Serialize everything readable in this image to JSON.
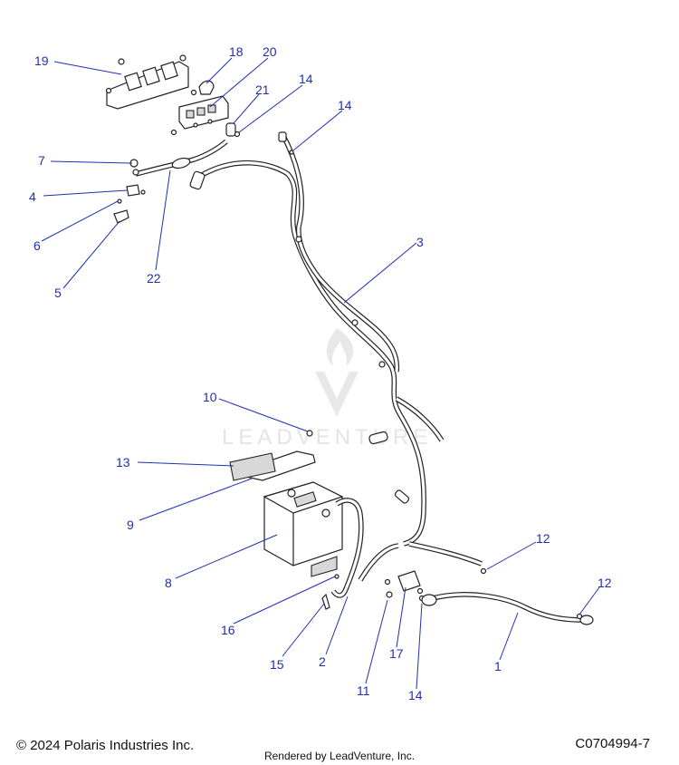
{
  "callouts": [
    {
      "id": "1",
      "label": "1"
    },
    {
      "id": "2",
      "label": "2"
    },
    {
      "id": "3",
      "label": "3"
    },
    {
      "id": "4",
      "label": "4"
    },
    {
      "id": "5",
      "label": "5"
    },
    {
      "id": "6",
      "label": "6"
    },
    {
      "id": "7",
      "label": "7"
    },
    {
      "id": "8",
      "label": "8"
    },
    {
      "id": "9",
      "label": "9"
    },
    {
      "id": "10",
      "label": "10"
    },
    {
      "id": "11",
      "label": "11"
    },
    {
      "id": "12a",
      "label": "12"
    },
    {
      "id": "12b",
      "label": "12"
    },
    {
      "id": "13",
      "label": "13"
    },
    {
      "id": "14a",
      "label": "14"
    },
    {
      "id": "14b",
      "label": "14"
    },
    {
      "id": "14c",
      "label": "14"
    },
    {
      "id": "15",
      "label": "15"
    },
    {
      "id": "16",
      "label": "16"
    },
    {
      "id": "17",
      "label": "17"
    },
    {
      "id": "18",
      "label": "18"
    },
    {
      "id": "19",
      "label": "19"
    },
    {
      "id": "20",
      "label": "20"
    },
    {
      "id": "21",
      "label": "21"
    },
    {
      "id": "22",
      "label": "22"
    }
  ],
  "watermark": {
    "text": "LEADVENTURE"
  },
  "footer": {
    "copyright": "© 2024 Polaris Industries Inc.",
    "rendered_by": "Rendered by LeadVenture, Inc.",
    "diagram_id": "C0704994-7"
  },
  "colors": {
    "callout": "#1f2fb4",
    "line_art": "#222222",
    "watermark": "#cfcfcf"
  }
}
